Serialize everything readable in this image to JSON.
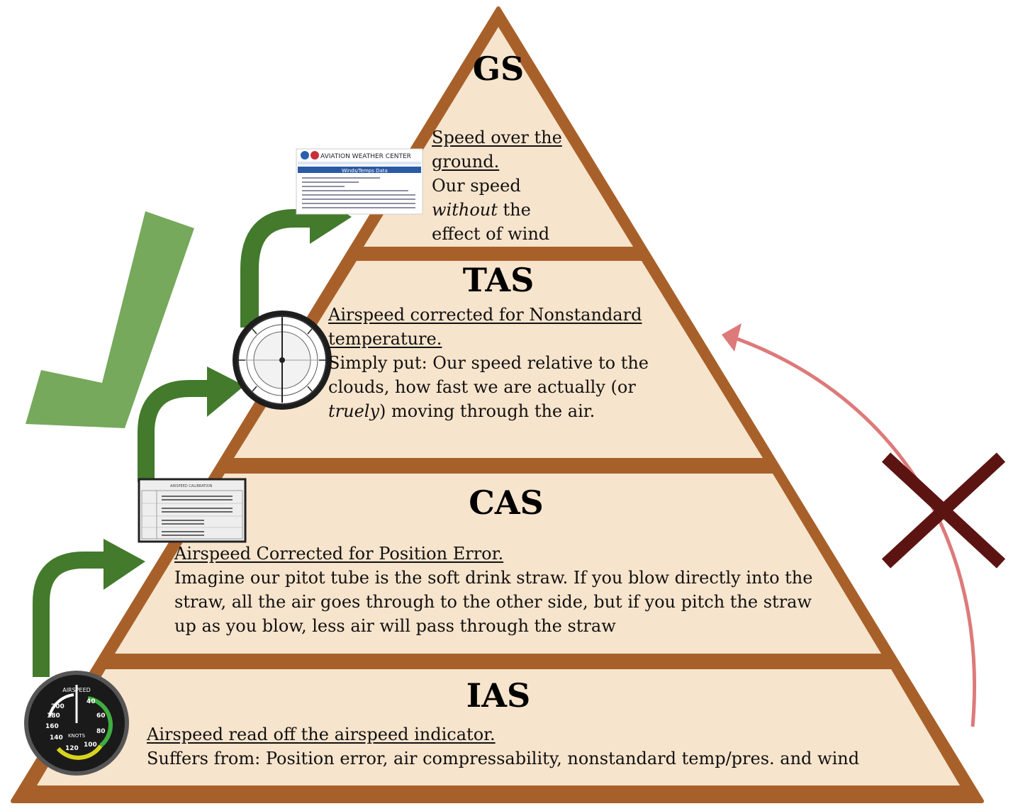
{
  "colors": {
    "tier_fill": "#f7e4cc",
    "frame": "#a8602a",
    "arrow_green": "#437a2c",
    "check_green": "#76a95b",
    "x_mark": "#5c1412",
    "red_arrow": "#dd7a7a"
  },
  "tiers": {
    "gs": {
      "title": "GS",
      "heading_line1": "Speed over the",
      "heading_line2": "ground.",
      "body_line1": "Our speed",
      "body_line2_em": "without",
      "body_line2_rest": " the",
      "body_line3": "effect of wind"
    },
    "tas": {
      "title": "TAS",
      "heading_line1": "Airspeed corrected for Nonstandard",
      "heading_line2": "temperature.",
      "body_line1": "Simply put: Our speed relative to the",
      "body_line2": "clouds, how fast we are actually (or",
      "body_line3_em": "truely",
      "body_line3_rest": ") moving through the air."
    },
    "cas": {
      "title": "CAS",
      "heading": "Airspeed Corrected for Position Error.",
      "body_line1": "Imagine our pitot tube is the soft drink straw. If you blow directly into the",
      "body_line2": "straw, all the air goes through to the other side, but if you pitch the straw",
      "body_line3": "up as you blow, less air will pass through the straw"
    },
    "ias": {
      "title": "IAS",
      "heading": "Airspeed read off the airspeed indicator.",
      "body": "Suffers from: Position error, air compressability, nonstandard temp/pres. and wind"
    }
  },
  "images": {
    "awc_header": "AVIATION WEATHER CENTER",
    "awc_subheader": "Winds/Temps Data",
    "calibration_title": "AIRSPEED CALIBRATION",
    "airspeed_gauge": {
      "label_top": "AIRSPEED",
      "label_unit": "KNOTS",
      "ticks": [
        "40",
        "60",
        "80",
        "100",
        "120",
        "140",
        "160",
        "180",
        "200"
      ]
    }
  }
}
